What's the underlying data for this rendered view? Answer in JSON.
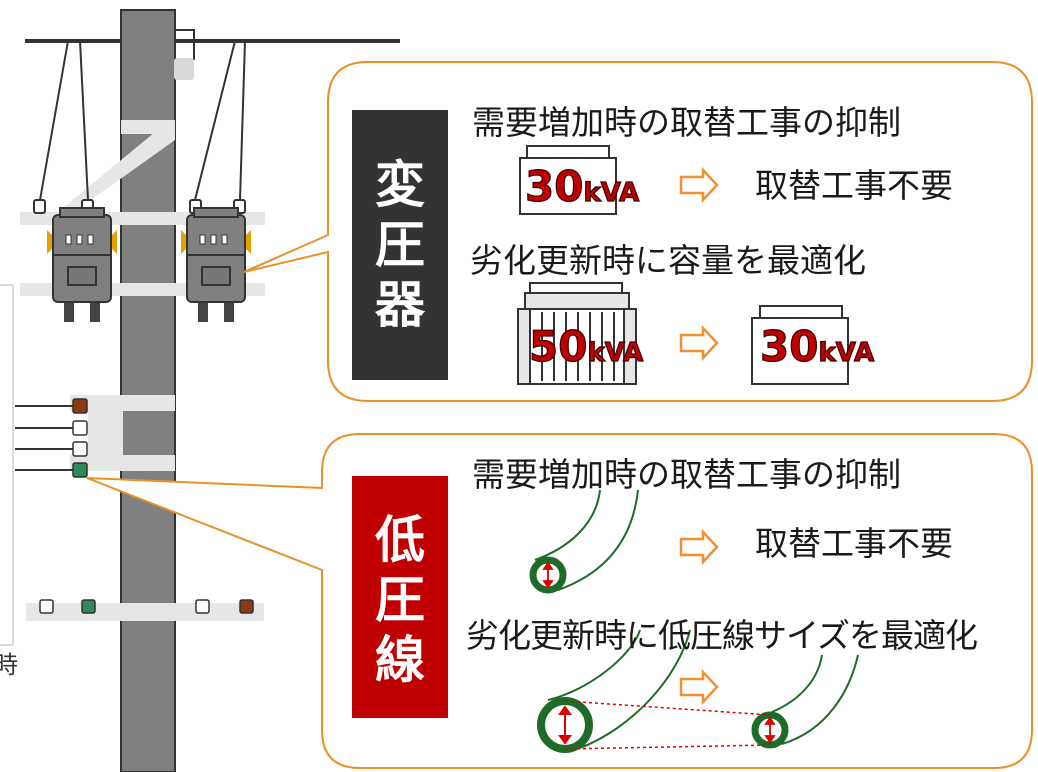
{
  "transformer_panel": {
    "tag_chars": [
      "変",
      "圧",
      "器"
    ],
    "heading_growth": "需要増加時の取替工事の抑制",
    "growth_capacity": {
      "num": "30",
      "unit": "kVA"
    },
    "no_replacement": "取替工事不要",
    "heading_renewal": "劣化更新時に容量を最適化",
    "renewal_from": {
      "num": "50",
      "unit": "kVA"
    },
    "renewal_to": {
      "num": "30",
      "unit": "kVA"
    }
  },
  "lowvoltage_panel": {
    "tag_chars": [
      "低",
      "圧",
      "線"
    ],
    "heading_growth": "需要増加時の取替工事の抑制",
    "no_replacement": "取替工事不要",
    "heading_renewal": "劣化更新時に低圧線サイズを最適化"
  },
  "left_edge_char": "時",
  "colors": {
    "callout_border": "#e8912a",
    "arrow_orange": "#f09030",
    "tag_dark": "#333333",
    "tag_red": "#c00000",
    "cable_green": "#1e6b2a",
    "pole_gray": "#808080",
    "insulator_brown": "#8b3a12",
    "insulator_green": "#2e8b57"
  }
}
